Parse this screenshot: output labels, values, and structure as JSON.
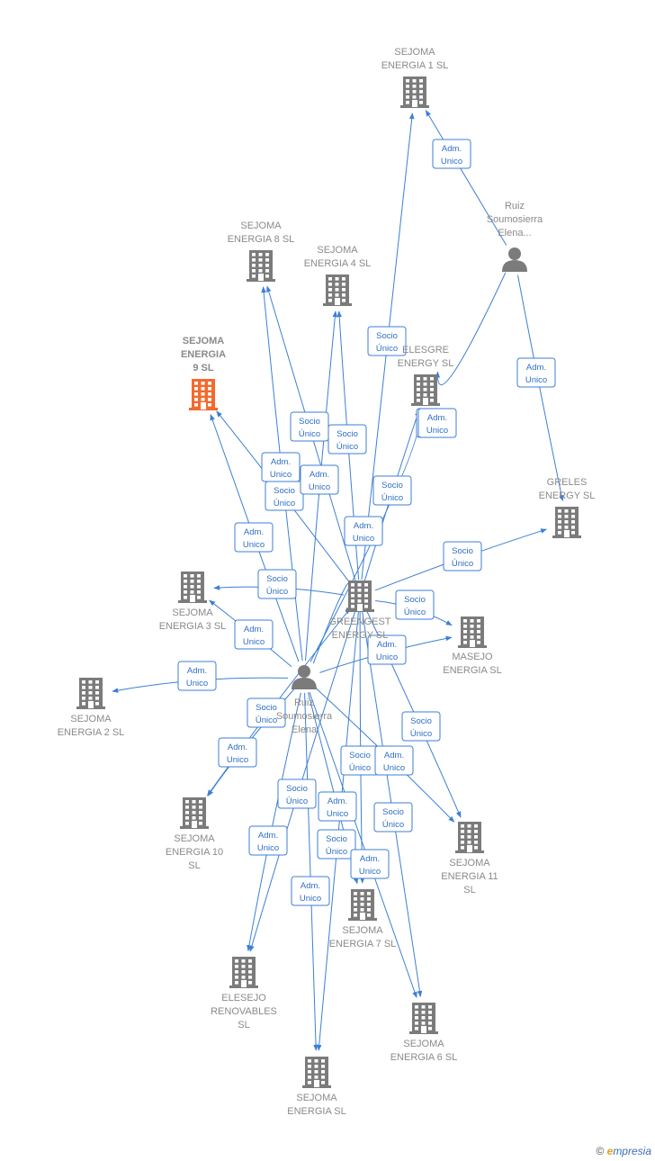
{
  "colors": {
    "edge": "#3d7fd4",
    "node": "#7b7b7b",
    "highlight": "#f26a2e",
    "label": "#8a8a8a"
  },
  "nodes": [
    {
      "id": "sej1",
      "label": [
        "SEJOMA",
        "ENERGIA 1  SL"
      ],
      "type": "company"
    },
    {
      "id": "ruiz1",
      "label": [
        "Ruiz",
        "Soumosierra",
        "Elena..."
      ],
      "type": "person"
    },
    {
      "id": "sej8",
      "label": [
        "SEJOMA",
        "ENERGIA 8  SL"
      ],
      "type": "company"
    },
    {
      "id": "sej4",
      "label": [
        "SEJOMA",
        "ENERGIA 4  SL"
      ],
      "type": "company"
    },
    {
      "id": "sej9",
      "label": [
        "SEJOMA",
        "ENERGIA",
        "9  SL"
      ],
      "type": "company",
      "highlight": true
    },
    {
      "id": "elesgre",
      "label": [
        "ELESGRE",
        "ENERGY  SL"
      ],
      "type": "company"
    },
    {
      "id": "greles",
      "label": [
        "GRELES",
        "ENERGY  SL"
      ],
      "type": "company"
    },
    {
      "id": "sej3",
      "label": [
        "SEJOMA",
        "ENERGIA 3  SL"
      ],
      "type": "company"
    },
    {
      "id": "greengest",
      "label": [
        "GREENGEST",
        "ENERGY  SL"
      ],
      "type": "company"
    },
    {
      "id": "masejo",
      "label": [
        "MASEJO",
        "ENERGIA  SL"
      ],
      "type": "company"
    },
    {
      "id": "ruiz2",
      "label": [
        "Ruiz",
        "Soumosierra",
        "Elena"
      ],
      "type": "person"
    },
    {
      "id": "sej2",
      "label": [
        "SEJOMA",
        "ENERGIA 2  SL"
      ],
      "type": "company"
    },
    {
      "id": "sej10",
      "label": [
        "SEJOMA",
        "ENERGIA 10",
        "SL"
      ],
      "type": "company"
    },
    {
      "id": "sej11",
      "label": [
        "SEJOMA",
        "ENERGIA 11",
        "SL"
      ],
      "type": "company"
    },
    {
      "id": "sej7",
      "label": [
        "SEJOMA",
        "ENERGIA 7  SL"
      ],
      "type": "company"
    },
    {
      "id": "elesejo",
      "label": [
        "ELESEJO",
        "RENOVABLES",
        "SL"
      ],
      "type": "company"
    },
    {
      "id": "sej6",
      "label": [
        "SEJOMA",
        "ENERGIA 6  SL"
      ],
      "type": "company"
    },
    {
      "id": "sejsl",
      "label": [
        "SEJOMA",
        "ENERGIA  SL"
      ],
      "type": "company"
    }
  ],
  "edges": [
    {
      "from": "ruiz1",
      "to": "sej1",
      "label": [
        "Adm.",
        "Unico"
      ]
    },
    {
      "from": "ruiz1",
      "to": "greles",
      "label": [
        "Adm.",
        "Unico"
      ]
    },
    {
      "from": "ruiz1",
      "to": "elesgre",
      "label": [
        "Adm.",
        "Unico"
      ]
    },
    {
      "from": "greengest",
      "to": "sej1",
      "label": [
        "Socio",
        "Único"
      ]
    },
    {
      "from": "greengest",
      "to": "sej8",
      "label": [
        "Socio",
        "Único"
      ]
    },
    {
      "from": "greengest",
      "to": "sej4",
      "label": [
        "Socio",
        "Único"
      ]
    },
    {
      "from": "greengest",
      "to": "sej9",
      "label": [
        "Socio",
        "Único"
      ]
    },
    {
      "from": "greengest",
      "to": "elesgre",
      "label": [
        "Socio",
        "Único"
      ]
    },
    {
      "from": "greengest",
      "to": "greles",
      "label": [
        "Socio",
        "Único"
      ]
    },
    {
      "from": "greengest",
      "to": "sej3",
      "label": [
        "Socio",
        "Único"
      ]
    },
    {
      "from": "greengest",
      "to": "masejo",
      "label": [
        "Socio",
        "Único"
      ]
    },
    {
      "from": "greengest",
      "to": "sej11",
      "label": [
        "Socio",
        "Único"
      ]
    },
    {
      "from": "greengest",
      "to": "sej6",
      "label": [
        "Socio",
        "Único"
      ]
    },
    {
      "from": "greengest",
      "to": "sej7",
      "label": [
        "Socio",
        "Único"
      ]
    },
    {
      "from": "greengest",
      "to": "elesejo",
      "label": [
        "Socio",
        "Único"
      ]
    },
    {
      "from": "greengest",
      "to": "sejsl",
      "label": [
        "Socio",
        "Único"
      ]
    },
    {
      "from": "greengest",
      "to": "sej10",
      "label": [
        "Socio",
        "Único"
      ]
    },
    {
      "from": "ruiz2",
      "to": "sej8",
      "label": [
        "Adm.",
        "Unico"
      ]
    },
    {
      "from": "ruiz2",
      "to": "sej4",
      "label": [
        "Adm.",
        "Unico"
      ]
    },
    {
      "from": "ruiz2",
      "to": "sej9",
      "label": [
        "Adm.",
        "Unico"
      ]
    },
    {
      "from": "ruiz2",
      "to": "greengest",
      "label": [
        "Adm.",
        "Unico"
      ]
    },
    {
      "from": "ruiz2",
      "to": "sej3",
      "label": [
        "Adm.",
        "Unico"
      ]
    },
    {
      "from": "ruiz2",
      "to": "masejo",
      "label": [
        "Adm.",
        "Unico"
      ]
    },
    {
      "from": "ruiz2",
      "to": "sej2",
      "label": [
        "Adm.",
        "Unico"
      ]
    },
    {
      "from": "ruiz2",
      "to": "sej10",
      "label": [
        "Adm.",
        "Unico"
      ]
    },
    {
      "from": "ruiz2",
      "to": "elesejo",
      "label": [
        "Adm.",
        "Unico"
      ]
    },
    {
      "from": "ruiz2",
      "to": "sejsl",
      "label": [
        "Adm.",
        "Unico"
      ]
    },
    {
      "from": "ruiz2",
      "to": "sej7",
      "label": [
        "Adm.",
        "Unico"
      ]
    },
    {
      "from": "ruiz2",
      "to": "sej6",
      "label": [
        "Adm.",
        "Unico"
      ]
    },
    {
      "from": "ruiz2",
      "to": "sej11",
      "label": [
        "Adm.",
        "Unico"
      ]
    },
    {
      "from": "ruiz2",
      "to": "elesgre",
      "label": [
        "Adm.",
        "Unico"
      ]
    }
  ],
  "brand": {
    "copyright": "©",
    "e": "e",
    "rest": "mpresia"
  }
}
